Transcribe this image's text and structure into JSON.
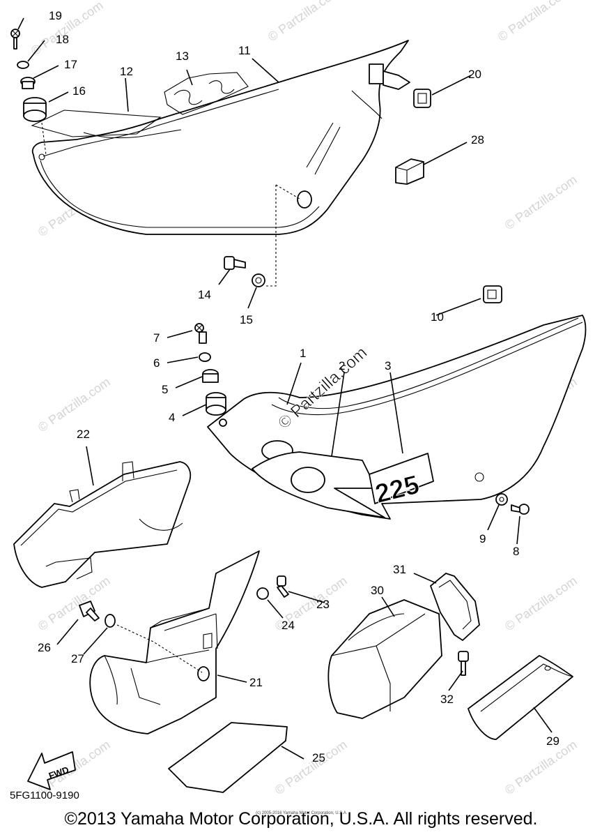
{
  "diagram": {
    "watermark": "© Partzilla.com",
    "center_brand": "© Partzilla.com",
    "decal_number": "225",
    "fwd_label": "FWD",
    "diagram_code": "5FG1100-9190",
    "copyright": "©2013 Yamaha Motor Corporation, U.S.A. All rights reserved.",
    "fine_print": "(c) 2005-2016 Yamaha Motor Corporation, U.S.A",
    "callouts": {
      "p1": "1",
      "p2": "2",
      "p3": "3",
      "p4": "4",
      "p5": "5",
      "p6": "6",
      "p7": "7",
      "p8": "8",
      "p9": "9",
      "p10": "10",
      "p11": "11",
      "p12": "12",
      "p13": "13",
      "p14": "14",
      "p15": "15",
      "p16": "16",
      "p17": "17",
      "p18": "18",
      "p19": "19",
      "p20": "20",
      "p21": "21",
      "p22": "22",
      "p23": "23",
      "p24": "24",
      "p25": "25",
      "p26": "26",
      "p27": "27",
      "p28": "28",
      "p29": "29",
      "p30": "30",
      "p31": "31",
      "p32": "32"
    }
  }
}
